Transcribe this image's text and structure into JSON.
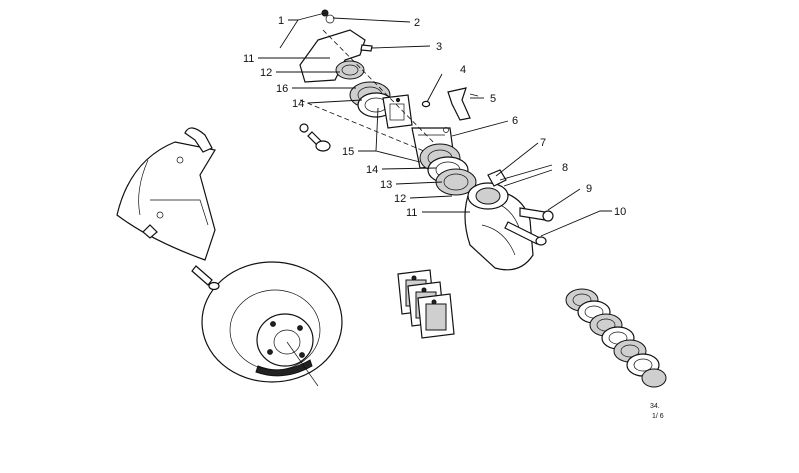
{
  "callouts": [
    {
      "id": "1",
      "label": "1"
    },
    {
      "id": "2",
      "label": "2"
    },
    {
      "id": "3",
      "label": "3"
    },
    {
      "id": "4",
      "label": "4"
    },
    {
      "id": "5",
      "label": "5"
    },
    {
      "id": "6",
      "label": "6"
    },
    {
      "id": "7",
      "label": "7"
    },
    {
      "id": "8",
      "label": "8"
    },
    {
      "id": "9",
      "label": "9"
    },
    {
      "id": "10",
      "label": "10"
    },
    {
      "id": "11a",
      "label": "11"
    },
    {
      "id": "12a",
      "label": "12"
    },
    {
      "id": "16",
      "label": "16"
    },
    {
      "id": "14a",
      "label": "14"
    },
    {
      "id": "15",
      "label": "15"
    },
    {
      "id": "14b",
      "label": "14"
    },
    {
      "id": "13",
      "label": "13"
    },
    {
      "id": "12b",
      "label": "12"
    },
    {
      "id": "11b",
      "label": "11"
    }
  ],
  "drawing_code": {
    "line1": "34.",
    "line2": "1/ 6"
  }
}
